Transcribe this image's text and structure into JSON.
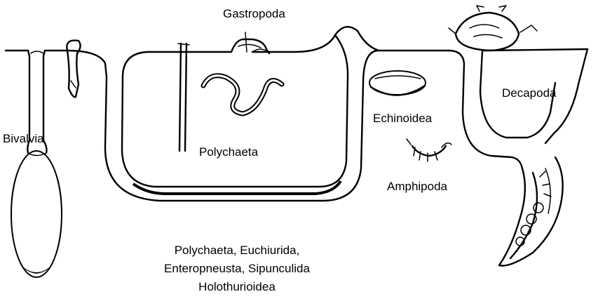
{
  "labels": {
    "bivalvia": "Bivalvia",
    "gastropoda": "Gastropoda",
    "polychaeta": "Polychaeta",
    "echinoidea": "Echinoidea",
    "amphipoda": "Amphipoda",
    "decapoda": "Decapoda"
  },
  "caption": {
    "line1": "Polychaeta, Euchiurida,",
    "line2": "Enteropneusta, Sipunculida",
    "line3": "Holothurioidea"
  }
}
